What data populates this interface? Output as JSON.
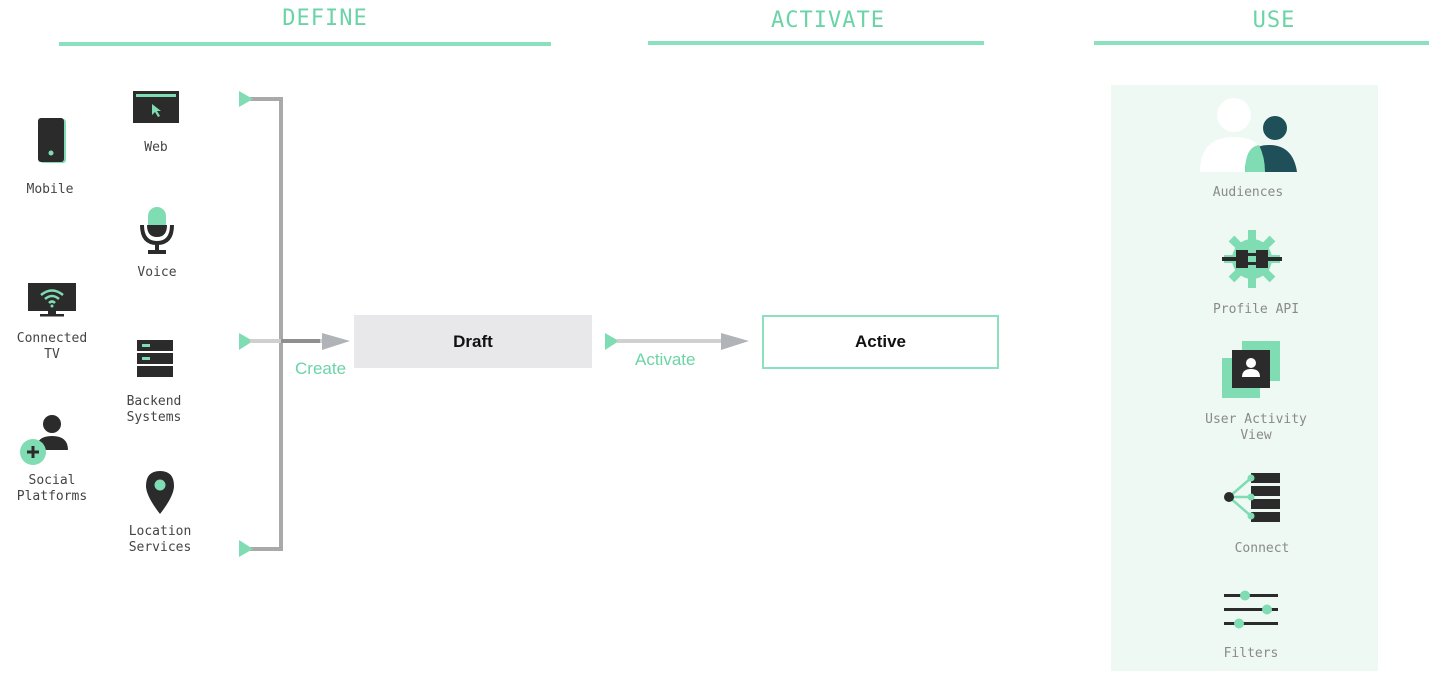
{
  "phases": {
    "define": "DEFINE",
    "activate": "ACTIVATE",
    "use": "USE"
  },
  "sources": {
    "mobile": "Mobile",
    "connected_tv": "Connected\nTV",
    "social_platforms": "Social\nPlatforms",
    "web": "Web",
    "voice": "Voice",
    "backend_systems": "Backend\nSystems",
    "location_services": "Location\nServices"
  },
  "flow": {
    "create_label": "Create",
    "draft_state": "Draft",
    "activate_label": "Activate",
    "active_state": "Active"
  },
  "use": {
    "audiences": "Audiences",
    "profile_api": "Profile API",
    "user_activity_view": "User Activity\nView",
    "connect": "Connect",
    "filters": "Filters"
  },
  "colors": {
    "accent": "#6bd4a6",
    "dark": "#2b2b2b",
    "teal_dark": "#1f4f59",
    "panel": "#eef9f3",
    "draft_fill": "#e8e8ea"
  }
}
